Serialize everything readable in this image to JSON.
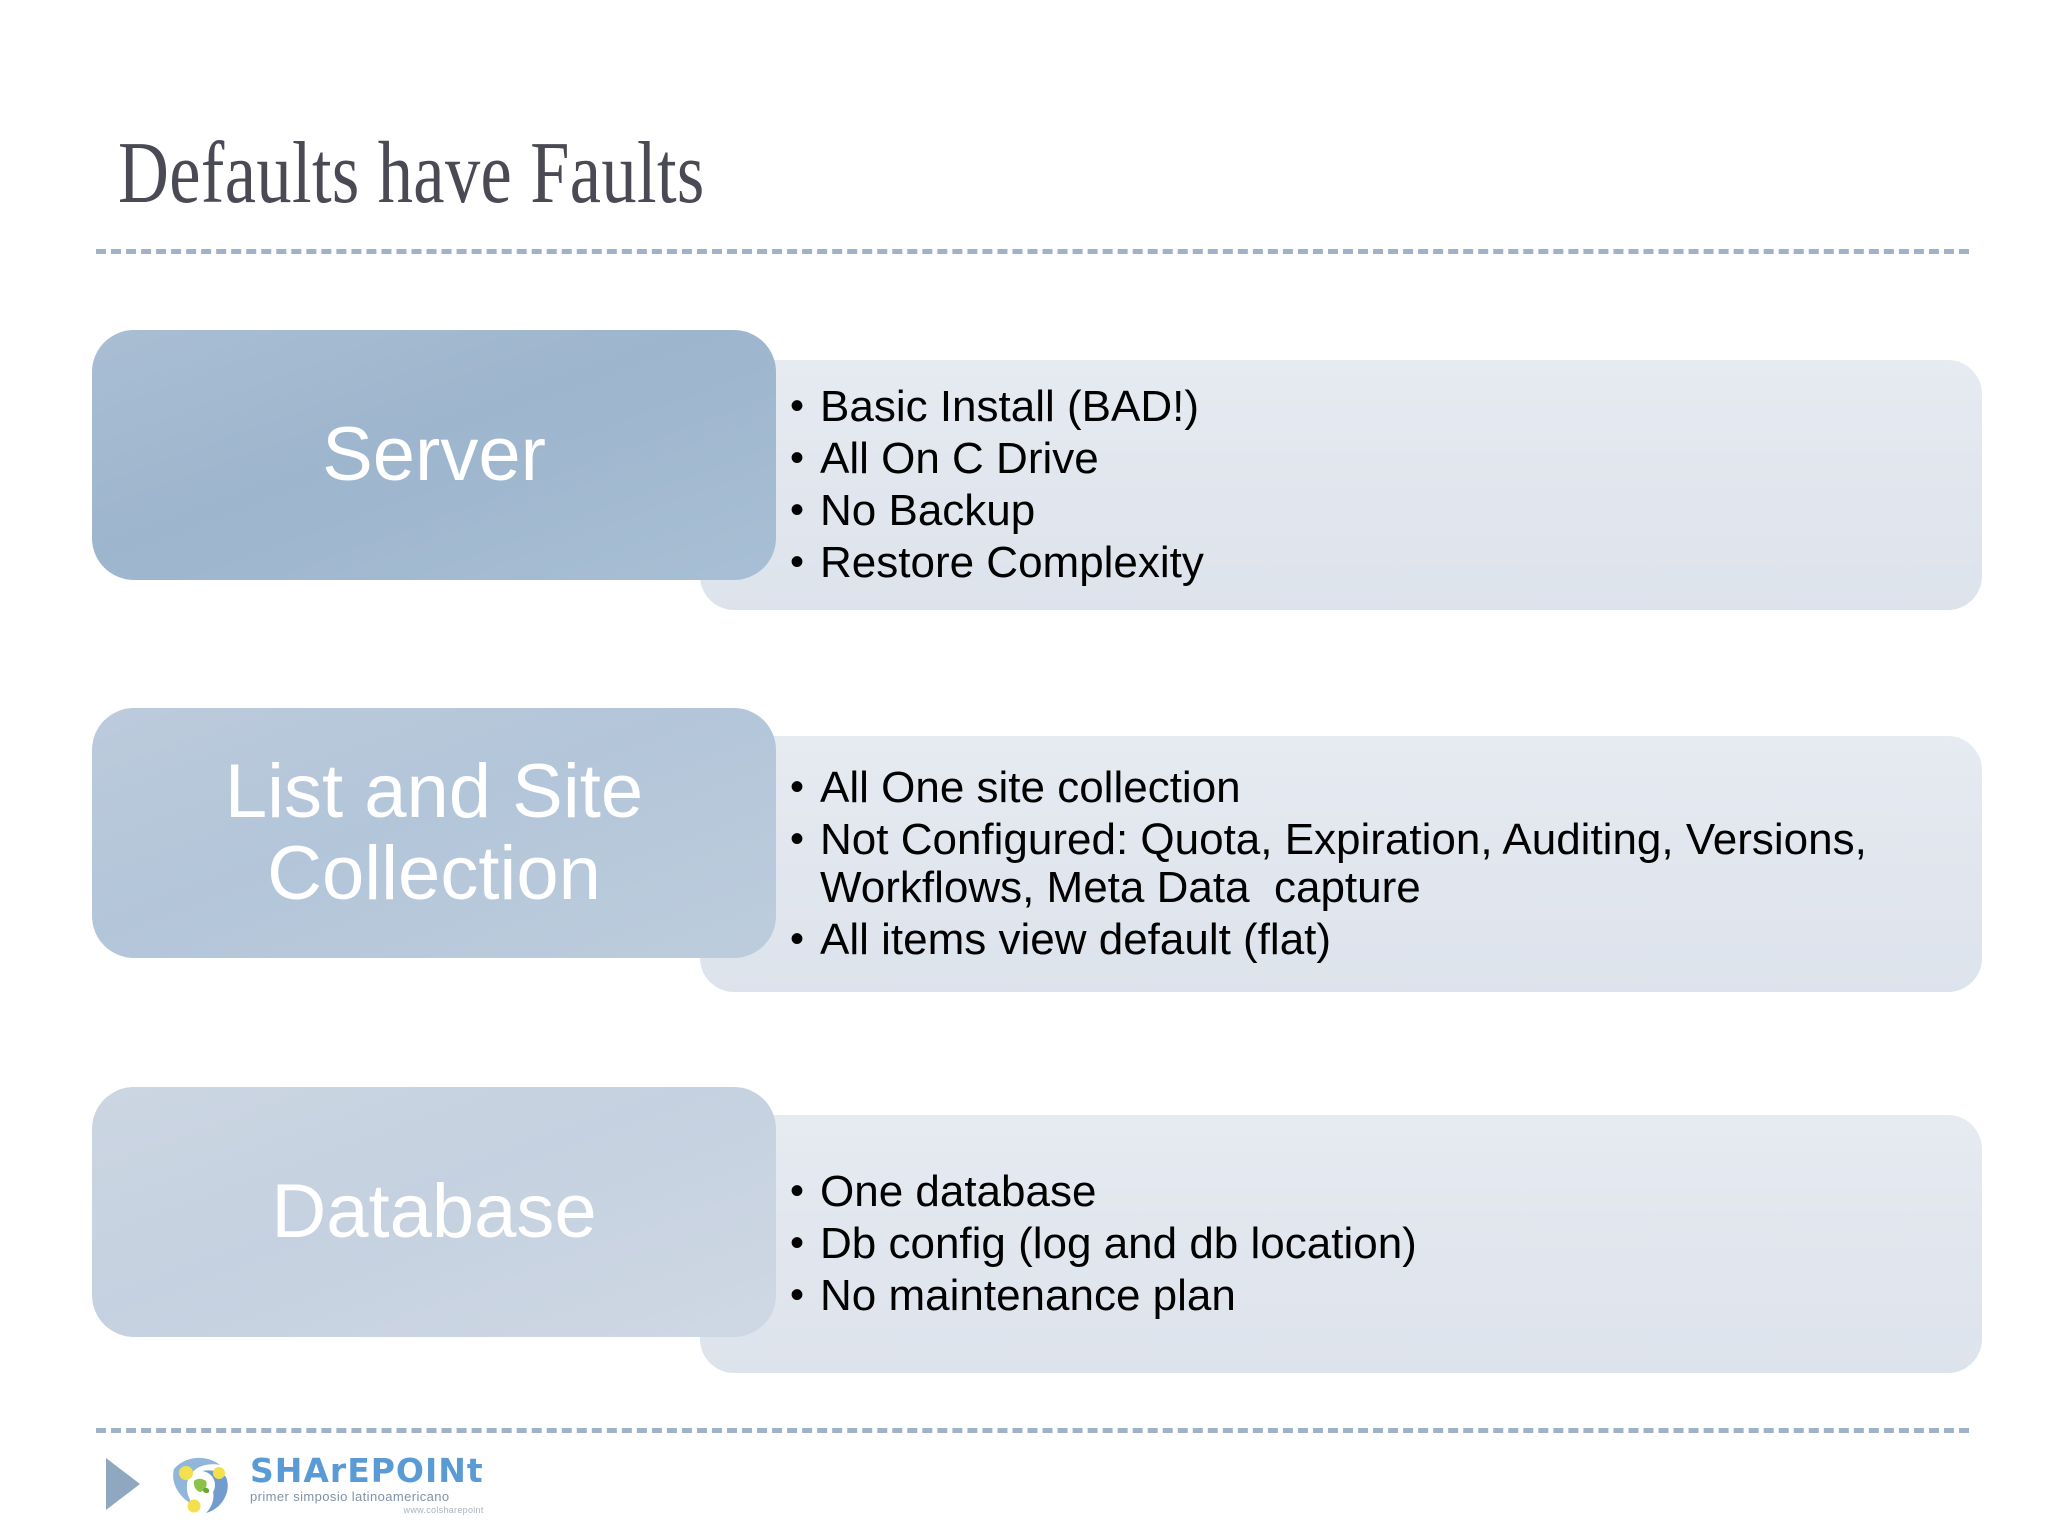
{
  "slide": {
    "title": "Defaults have Faults",
    "accent_color": "#9fb2c8",
    "title_color": "#4a4a55"
  },
  "diagram": {
    "rows": [
      {
        "label": "Server",
        "label_color": "#a9bed3",
        "content_color": "#e3e7ee",
        "bullets": [
          "Basic Install (BAD!)",
          "All On C Drive",
          "No Backup",
          "Restore Complexity"
        ]
      },
      {
        "label": "List and Site Collection",
        "label_color": "#b8c8da",
        "content_color": "#e3e7ee",
        "bullets": [
          "All One site collection",
          "Not Configured: Quota, Expiration, Auditing, Versions, Workflows, Meta Data  capture",
          "All items view default (flat)"
        ]
      },
      {
        "label": "Database",
        "label_color": "#ccd6e2",
        "content_color": "#e3e7ee",
        "bullets": [
          "One database",
          "Db config (log and db location)",
          "No maintenance plan"
        ]
      }
    ]
  },
  "footer": {
    "logo_wordmark": "SHArEPOINt",
    "logo_tagline": "primer simposio latinoamericano",
    "logo_subtagline": "www.colsharepoint"
  }
}
